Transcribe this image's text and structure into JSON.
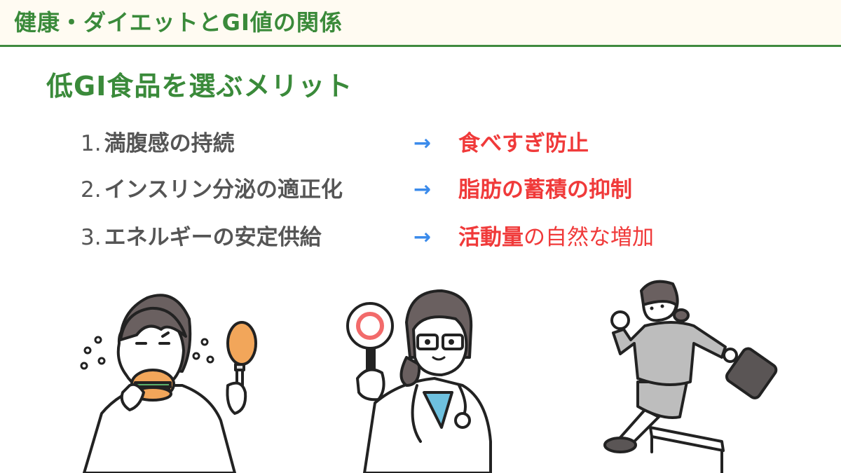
{
  "header": {
    "title": "健康・ダイエットとGI値の関係",
    "background_color": "#FFFBF2",
    "accent_color": "#3A8A3A"
  },
  "subtitle": "低GI食品を選ぶメリット",
  "benefits": [
    {
      "number": "1.",
      "label": "満腹感の持続",
      "arrow": "→",
      "result_bold": "食べすぎ防止",
      "result_regular": ""
    },
    {
      "number": "2.",
      "label": "インスリン分泌の適正化",
      "arrow": "→",
      "result_bold": "脂肪の蓄積の抑制",
      "result_regular": ""
    },
    {
      "number": "3.",
      "label": "エネルギーの安定供給",
      "arrow": "→",
      "result_bold": "活動量",
      "result_regular": "の自然な増加"
    }
  ],
  "colors": {
    "label_text": "#555555",
    "arrow": "#3B8BEB",
    "result_text": "#F03A3A"
  },
  "illustrations": [
    {
      "name": "woman-overeating-burger-and-chicken"
    },
    {
      "name": "doctor-holding-correct-sign"
    },
    {
      "name": "businesswoman-jumping-hurdle"
    }
  ]
}
